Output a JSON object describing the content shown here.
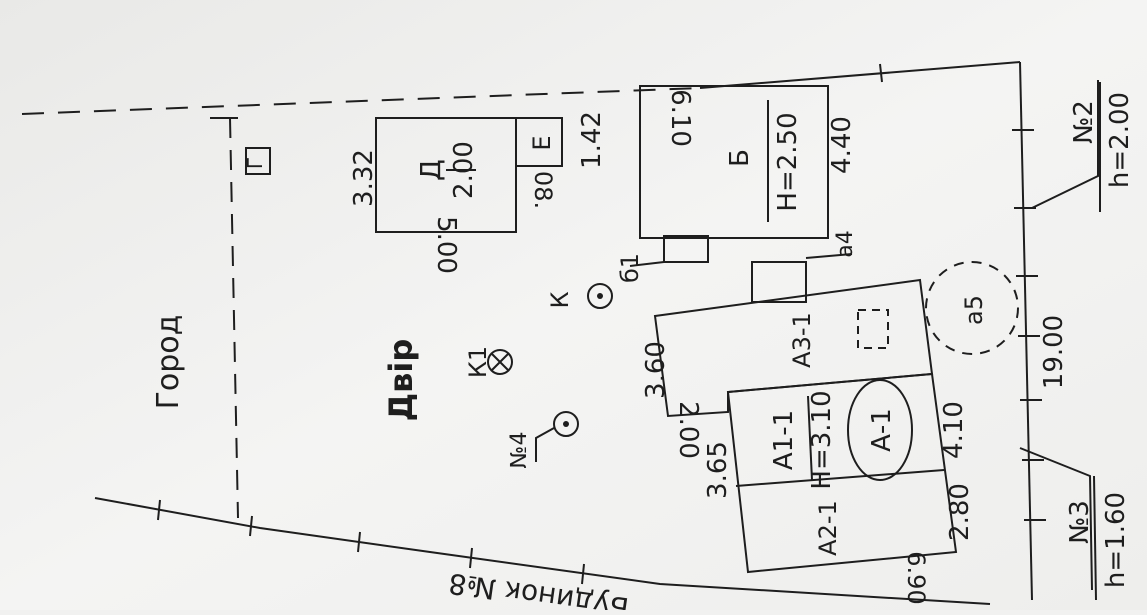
{
  "labels": {
    "garden": "Город",
    "yard": "Двір",
    "house_no8": "Будинок №8",
    "g_box": "Г",
    "d": "Д",
    "d_value": "2.00",
    "d_dim_top": "3.32",
    "d_dim_bottom": "5.00",
    "e": "Е",
    "e_dim": "1.42",
    "e_dim2": "08.",
    "b_dim": "6.10",
    "b_name": "Б",
    "b_height": "H=2.50",
    "b_side": "4.40",
    "k": "К",
    "k_num": "б1",
    "k1": "К1",
    "n4": "№4",
    "a4": "а4",
    "a5": "а5",
    "a31": "А3-1",
    "a11": "А1-1",
    "a1_height": "H=3.10",
    "a1_circle": "А-1",
    "a21": "А2-1",
    "dim_360": "3.60",
    "dim_200": "2.00",
    "dim_365": "3.65",
    "dim_410": "4.10",
    "dim_280": "2.80",
    "dim_690": "6.90",
    "dim_1900": "19.00",
    "n2": "№2",
    "n2_h": "h=2.00",
    "n3": "№3",
    "n3_h": "h=1.60"
  }
}
